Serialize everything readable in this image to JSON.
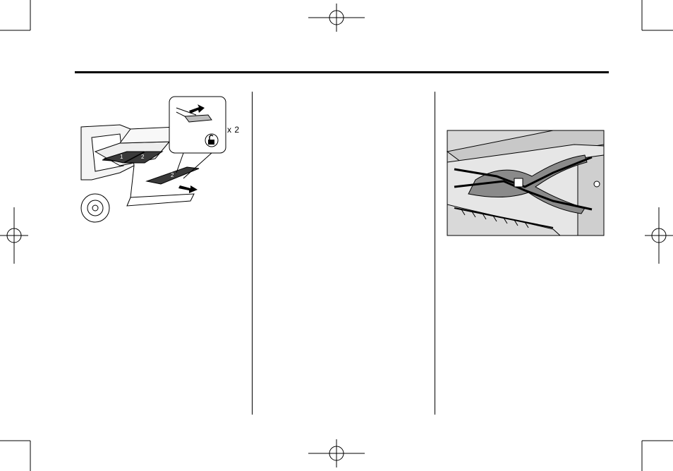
{
  "page": {
    "figure_left": {
      "callout_multiplier": "x 2",
      "panel_labels": [
        "1",
        "2",
        "2"
      ]
    },
    "figure_right": {}
  },
  "colors": {
    "ink": "#000000",
    "panel_fill": "#3a3a3a",
    "photo_bg": "#d9d9d9",
    "strap_fill": "#8a8a8a"
  }
}
